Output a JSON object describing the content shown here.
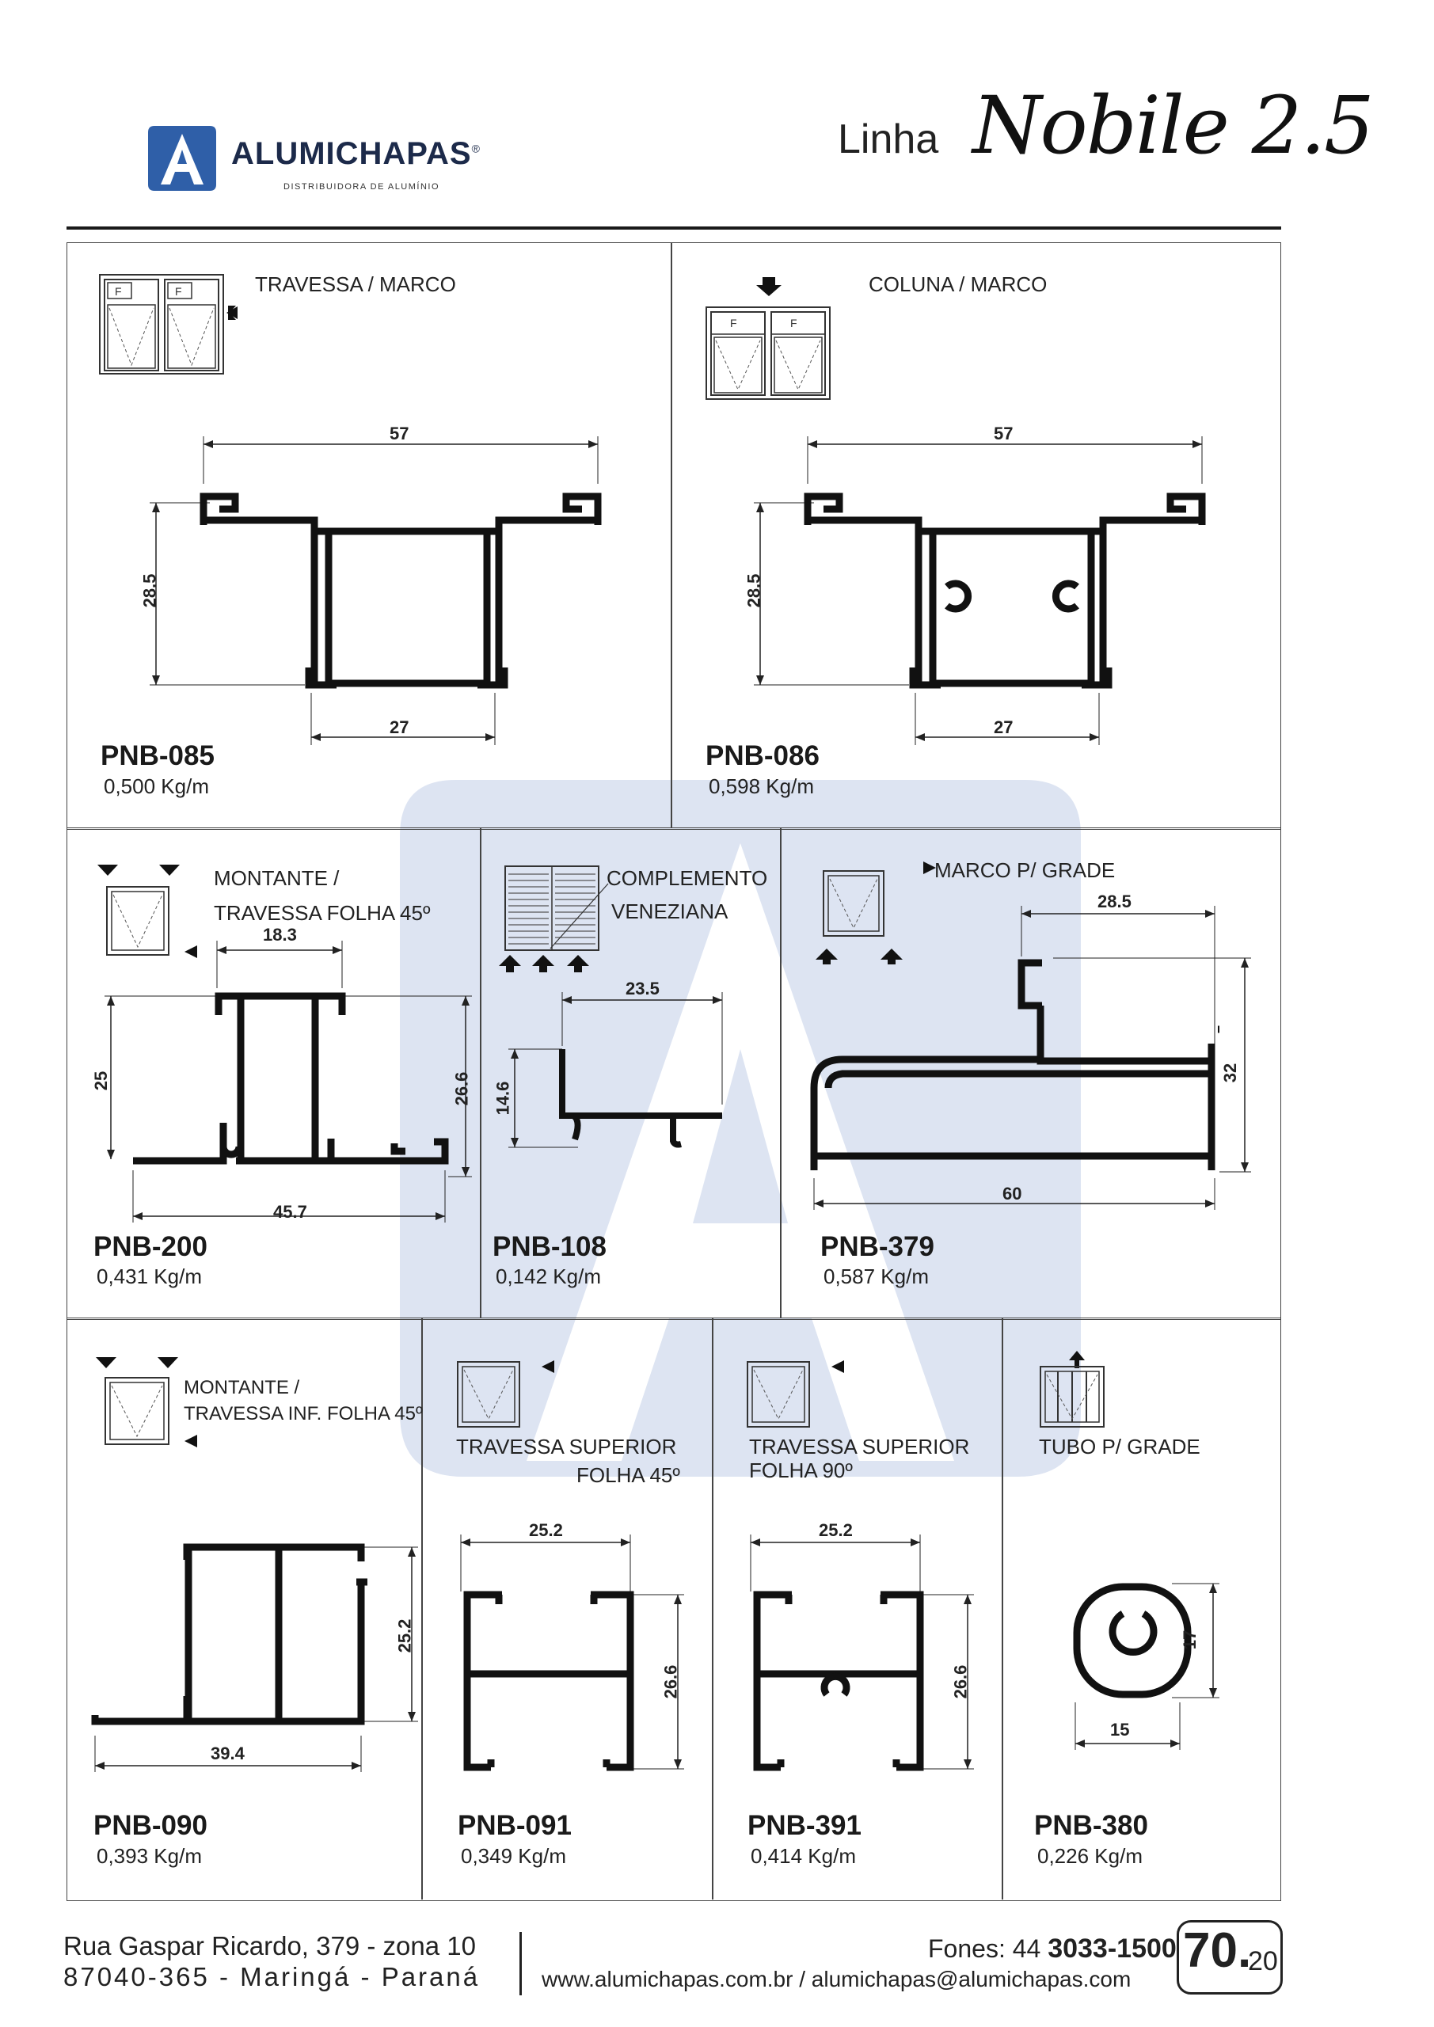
{
  "header": {
    "brand": "ALUMICHAPAS",
    "brand_mark": "®",
    "brand_sub": "DISTRIBUIDORA DE ALUMÍNIO",
    "line_word": "Linha",
    "line_name": "Nobile 2.5"
  },
  "profiles": [
    {
      "code": "PNB-085",
      "weight": "0,500 Kg/m",
      "title": "TRAVESSA / MARCO",
      "dims": [
        "57",
        "28.5",
        "27"
      ]
    },
    {
      "code": "PNB-086",
      "weight": "0,598 Kg/m",
      "title": "COLUNA / MARCO",
      "dims": [
        "57",
        "28.5",
        "27"
      ]
    },
    {
      "code": "PNB-200",
      "weight": "0,431 Kg/m",
      "title_1": "MONTANTE /",
      "title_2": "TRAVESSA FOLHA 45º",
      "dims": [
        "18.3",
        "25",
        "26.6",
        "45.7"
      ]
    },
    {
      "code": "PNB-108",
      "weight": "0,142 Kg/m",
      "title_1": "COMPLEMENTO",
      "title_2": "VENEZIANA",
      "dims": [
        "23.5",
        "14.6"
      ]
    },
    {
      "code": "PNB-379",
      "weight": "0,587 Kg/m",
      "title": "MARCO P/ GRADE",
      "dims": [
        "28.5",
        "32",
        "60"
      ]
    },
    {
      "code": "PNB-090",
      "weight": "0,393 Kg/m",
      "title_1": "MONTANTE /",
      "title_2": "TRAVESSA INF. FOLHA 45º",
      "dims": [
        "25.2",
        "39.4"
      ]
    },
    {
      "code": "PNB-091",
      "weight": "0,349 Kg/m",
      "title_1": "TRAVESSA SUPERIOR",
      "title_2": "FOLHA 45º",
      "dims": [
        "25.2",
        "26.6"
      ]
    },
    {
      "code": "PNB-391",
      "weight": "0,414 Kg/m",
      "title_1": "TRAVESSA SUPERIOR",
      "title_2": "FOLHA 90º",
      "dims": [
        "25.2",
        "26.6"
      ]
    },
    {
      "code": "PNB-380",
      "weight": "0,226 Kg/m",
      "title": "TUBO P/ GRADE",
      "dims": [
        "17",
        "15"
      ]
    }
  ],
  "footer": {
    "address_1": "Rua Gaspar Ricardo, 379 - zona 10",
    "address_2": "87040-365 - Maringá - Paraná",
    "fones_label": "Fones: 44",
    "fones_number": "3033-1500",
    "site": "www.alumichapas.com.br / alumichapas@alumichapas.com",
    "page_main": "70.",
    "page_sub": "20"
  }
}
